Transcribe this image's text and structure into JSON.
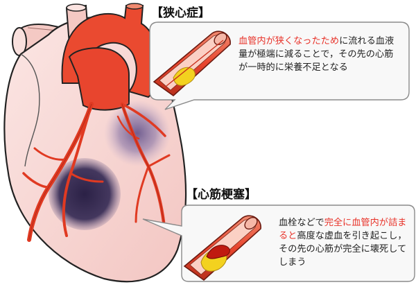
{
  "angina": {
    "heading": "【狭心症】",
    "desc_highlight": "血管内が狭くなったため",
    "desc_rest": "に流れる血液量が極端に減ることで，その先の心筋が一時的に栄養不足となる"
  },
  "infarction": {
    "heading": "【心筋梗塞】",
    "desc_part1": "血栓などで",
    "desc_highlight": "完全に血管内が詰まると",
    "desc_rest": "高度な虚血を引き起こし，その先の心筋が完全に壊死してしまう"
  },
  "colors": {
    "artery_red": "#e8452e",
    "highlight_text": "#e8332a",
    "heart_pink": "#f7d5d2",
    "ischemia_purple": "#8b7ab0",
    "infarct_dark": "#3a2f55",
    "plaque_yellow": "#f3d21f",
    "callout_bg": "#f8f8f8",
    "callout_border": "#8a8a8a"
  }
}
